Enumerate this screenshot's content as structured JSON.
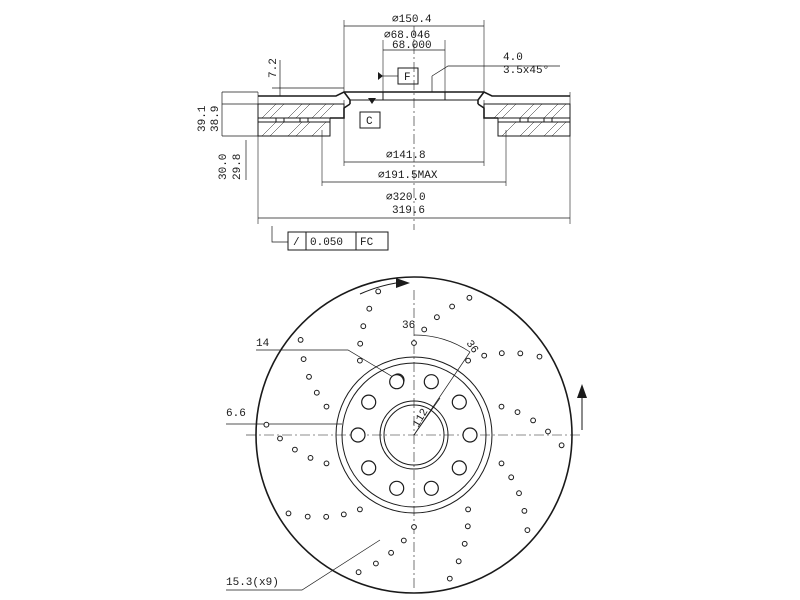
{
  "section_view": {
    "diameters": {
      "hat_outer": "∅150.4",
      "bore_max": "∅68.046",
      "bore_min": "68.000",
      "inner_flange": "∅141.8",
      "braking_band": "∅191.5MAX",
      "outer_max": "∅320.0",
      "outer_min": "319.6"
    },
    "heights": {
      "hat_depth": "7.2",
      "total_height_max": "39.1",
      "total_height_min": "38.9",
      "thickness_max": "30.0",
      "thickness_min": "29.8"
    },
    "chamfer": {
      "depth": "4.0",
      "angle": "3.5x45°"
    },
    "datum_f": "F",
    "datum_c": "C",
    "tolerance_frame": {
      "symbol": "/",
      "value": "0.050",
      "reference": "FC"
    }
  },
  "plan_view": {
    "drill_angle_1": "36",
    "drill_angle_2": "36",
    "hole_dia": "14",
    "hub_hole": "6.6",
    "pcd": "112",
    "bolt_holes": "15.3(x9)"
  }
}
